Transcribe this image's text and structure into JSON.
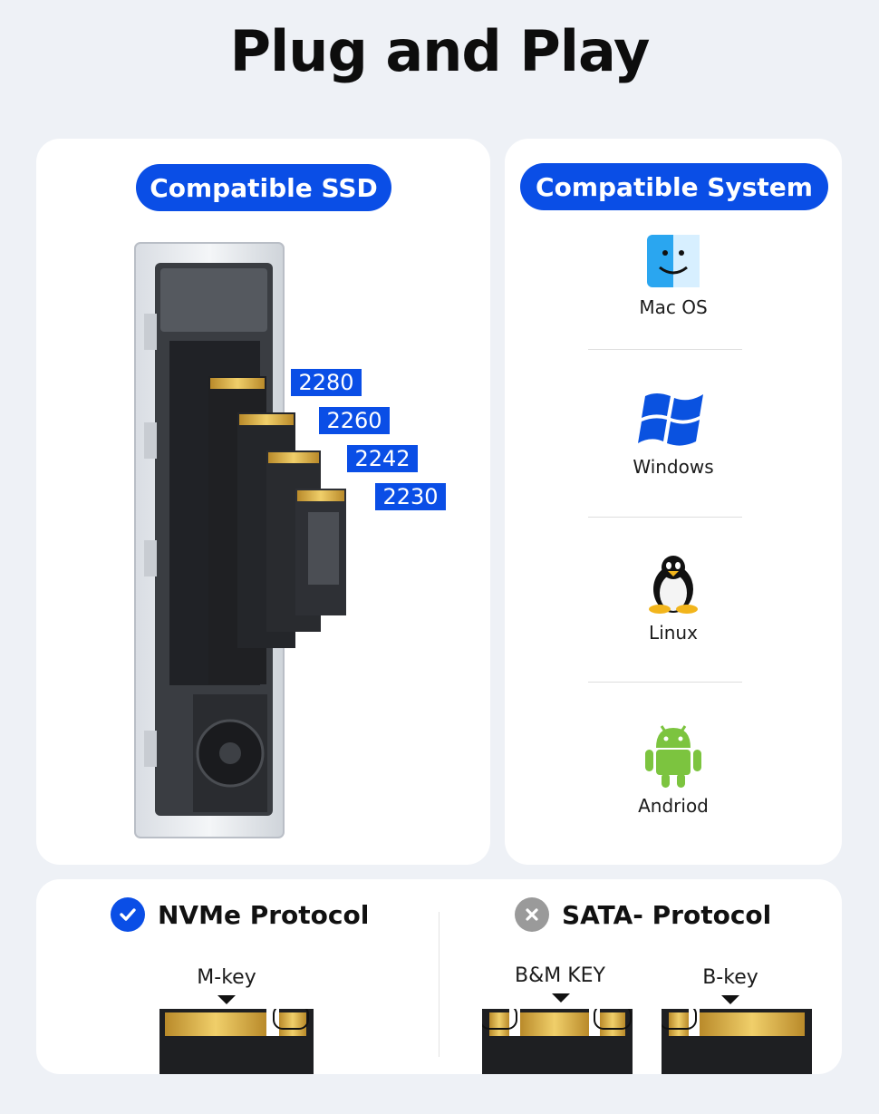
{
  "title": "Plug and Play",
  "ssd": {
    "heading": "Compatible SSD",
    "sizes": [
      "2280",
      "2260",
      "2242",
      "2230"
    ]
  },
  "system": {
    "heading": "Compatible System",
    "items": [
      {
        "label": "Mac OS",
        "icon": "mac-finder-icon"
      },
      {
        "label": "Windows",
        "icon": "windows-logo-icon"
      },
      {
        "label": "Linux",
        "icon": "linux-penguin-icon"
      },
      {
        "label": "Andriod",
        "icon": "android-robot-icon"
      }
    ]
  },
  "protocol": {
    "nvme": {
      "title": "NVMe Protocol",
      "status": "supported",
      "key": "M-key"
    },
    "sata": {
      "title": "SATA- Protocol",
      "status": "unsupported",
      "keys": [
        "B&M KEY",
        "B-key"
      ]
    }
  },
  "colors": {
    "accent": "#0a4ee6",
    "background": "#eef1f6",
    "check": "#0a4ee6",
    "cross": "#9a9a9a",
    "android": "#7cc43f"
  }
}
